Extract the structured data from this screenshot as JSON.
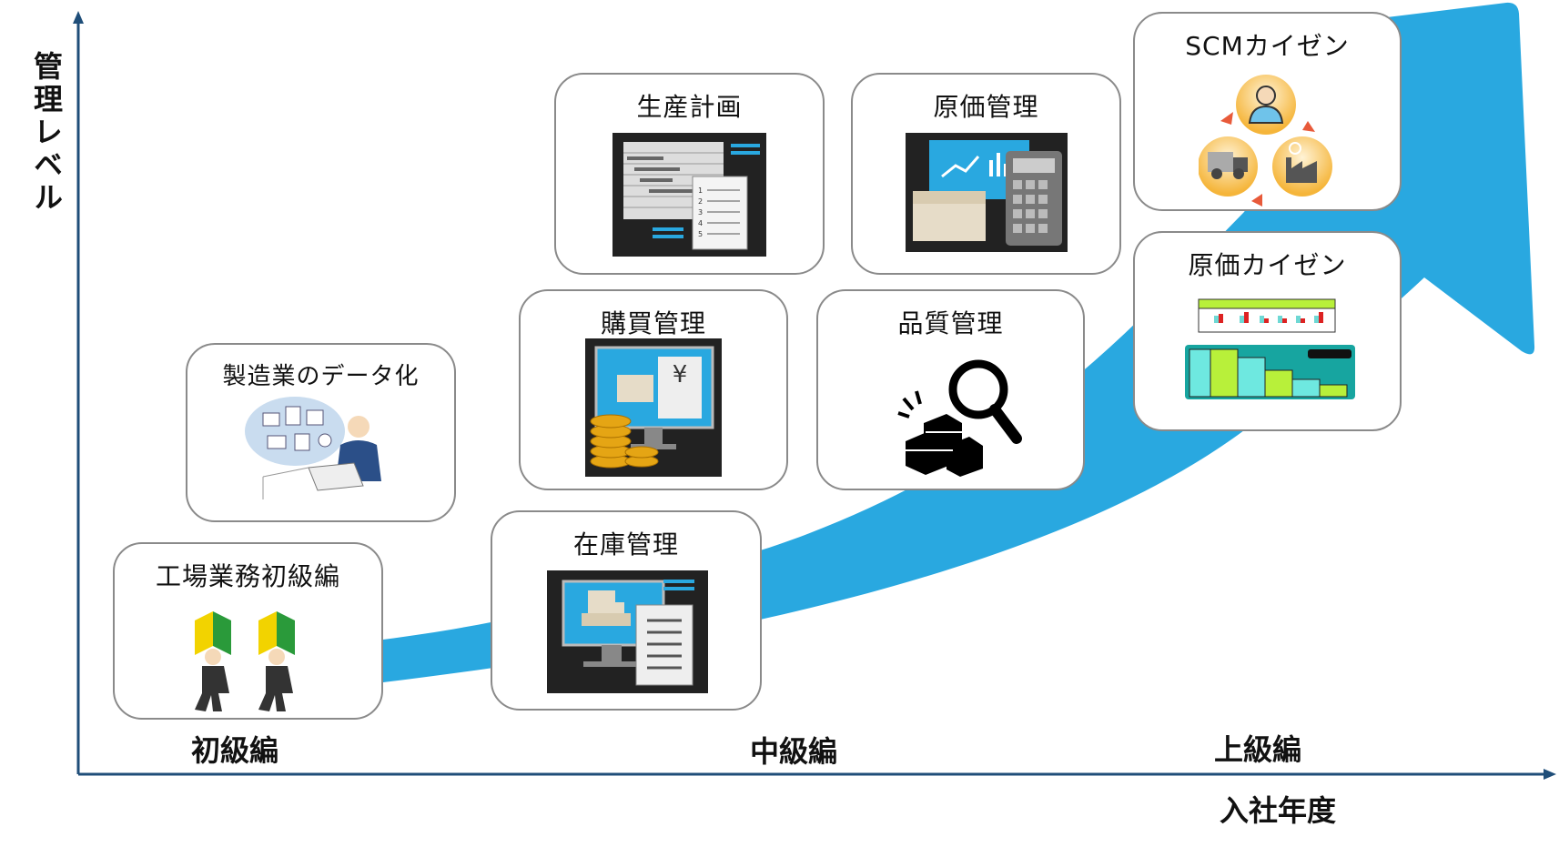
{
  "axes": {
    "y_label": "管理レベル",
    "x_label": "入社年度"
  },
  "levels": [
    "初級編",
    "中級編",
    "上級編"
  ],
  "colors": {
    "arrow": "#29a8e0",
    "axis": "#1f4e79",
    "box_border": "#8a8a8a"
  },
  "topics": [
    {
      "id": "factory-basics",
      "title": "工場業務初級編",
      "level": "初級編",
      "icon": "beginner-workers-icon"
    },
    {
      "id": "data",
      "title": "製造業のデータ化",
      "level": "初級編",
      "icon": "data-business-icon"
    },
    {
      "id": "inventory",
      "title": "在庫管理",
      "level": "中級編",
      "icon": "inventory-monitor-icon"
    },
    {
      "id": "purchasing",
      "title": "購買管理",
      "level": "中級編",
      "icon": "purchase-monitor-icon"
    },
    {
      "id": "production",
      "title": "生産計画",
      "level": "中級編",
      "icon": "production-plan-icon"
    },
    {
      "id": "quality",
      "title": "品質管理",
      "level": "中級編",
      "icon": "magnifier-boxes-icon"
    },
    {
      "id": "cost",
      "title": "原価管理",
      "level": "中級編",
      "icon": "cost-calculator-icon"
    },
    {
      "id": "scm",
      "title": "SCMカイゼン",
      "level": "上級編",
      "icon": "supply-chain-cycle-icon"
    },
    {
      "id": "cost-kaizen",
      "title": "原価カイゼン",
      "level": "上級編",
      "icon": "cost-breakdown-chart-icon"
    }
  ]
}
